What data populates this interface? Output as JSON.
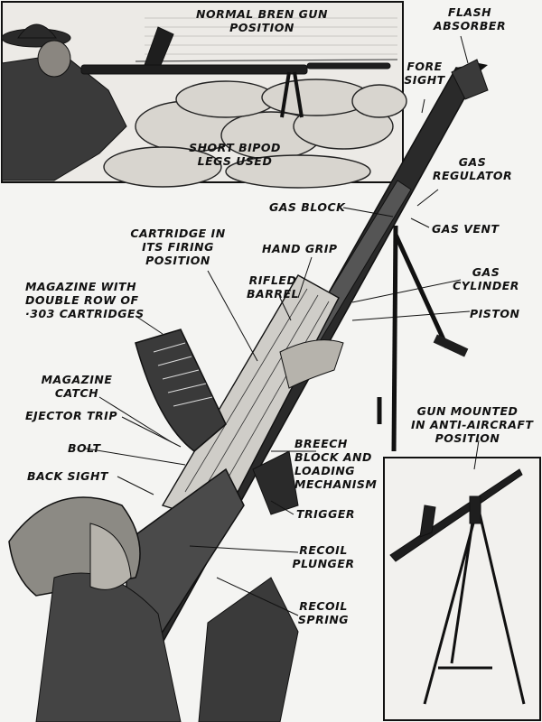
{
  "labels": {
    "normal_position": [
      "NORMAL BREN GUN",
      "POSITION"
    ],
    "bipod_legs": [
      "SHORT BIPOD",
      "LEGS USED"
    ],
    "flash_absorber": [
      "FLASH",
      "ABSORBER"
    ],
    "fore_sight": [
      "FORE",
      "SIGHT"
    ],
    "gas_regulator": [
      "GAS",
      "REGULATOR"
    ],
    "gas_block": "GAS BLOCK",
    "gas_vent": "GAS VENT",
    "cartridge": [
      "CARTRIDGE IN",
      "ITS FIRING",
      "POSITION"
    ],
    "hand_grip": "HAND GRIP",
    "rifled_barrel": [
      "RIFLED",
      "BARREL"
    ],
    "gas_cylinder": [
      "GAS",
      "CYLINDER"
    ],
    "magazine": [
      "MAGAZINE WITH",
      "DOUBLE ROW OF",
      "·303 CARTRIDGES"
    ],
    "piston": "PISTON",
    "magazine_catch": [
      "MAGAZINE",
      "CATCH"
    ],
    "ejector_trip": "EJECTOR TRIP",
    "anti_aircraft": [
      "GUN MOUNTED",
      "IN ANTI-AIRCRAFT",
      "POSITION"
    ],
    "bolt": "BOLT",
    "breech_block": [
      "BREECH",
      "BLOCK AND",
      "LOADING",
      "MECHANISM"
    ],
    "back_sight": "BACK SIGHT",
    "trigger": "TRIGGER",
    "recoil_plunger": [
      "RECOIL",
      "PLUNGER"
    ],
    "recoil_spring": [
      "RECOIL",
      "SPRING"
    ]
  }
}
